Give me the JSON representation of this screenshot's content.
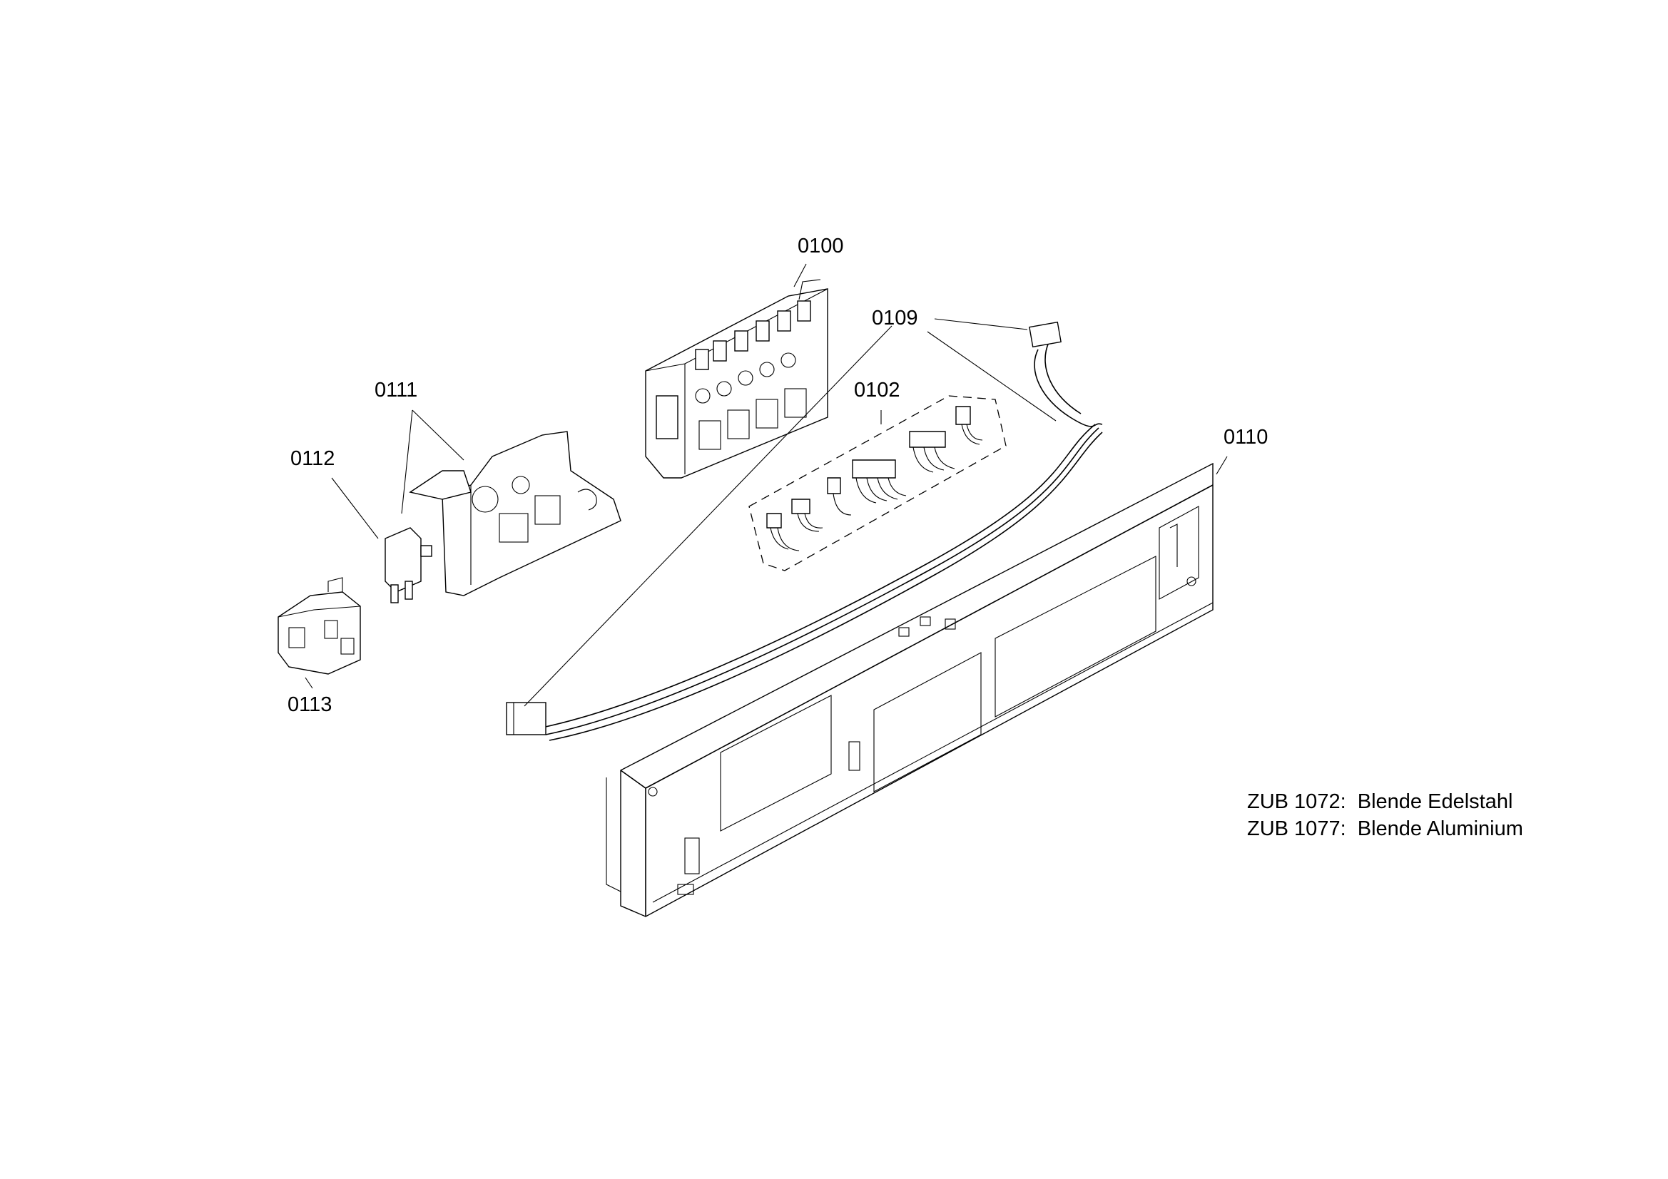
{
  "callouts": {
    "c0100": "0100",
    "c0109": "0109",
    "c0102": "0102",
    "c0111": "0111",
    "c0112": "0112",
    "c0110": "0110",
    "c0113": "0113"
  },
  "notes": [
    "ZUB 1072:  Blende Edelstahl",
    "ZUB 1077:  Blende Aluminium"
  ]
}
